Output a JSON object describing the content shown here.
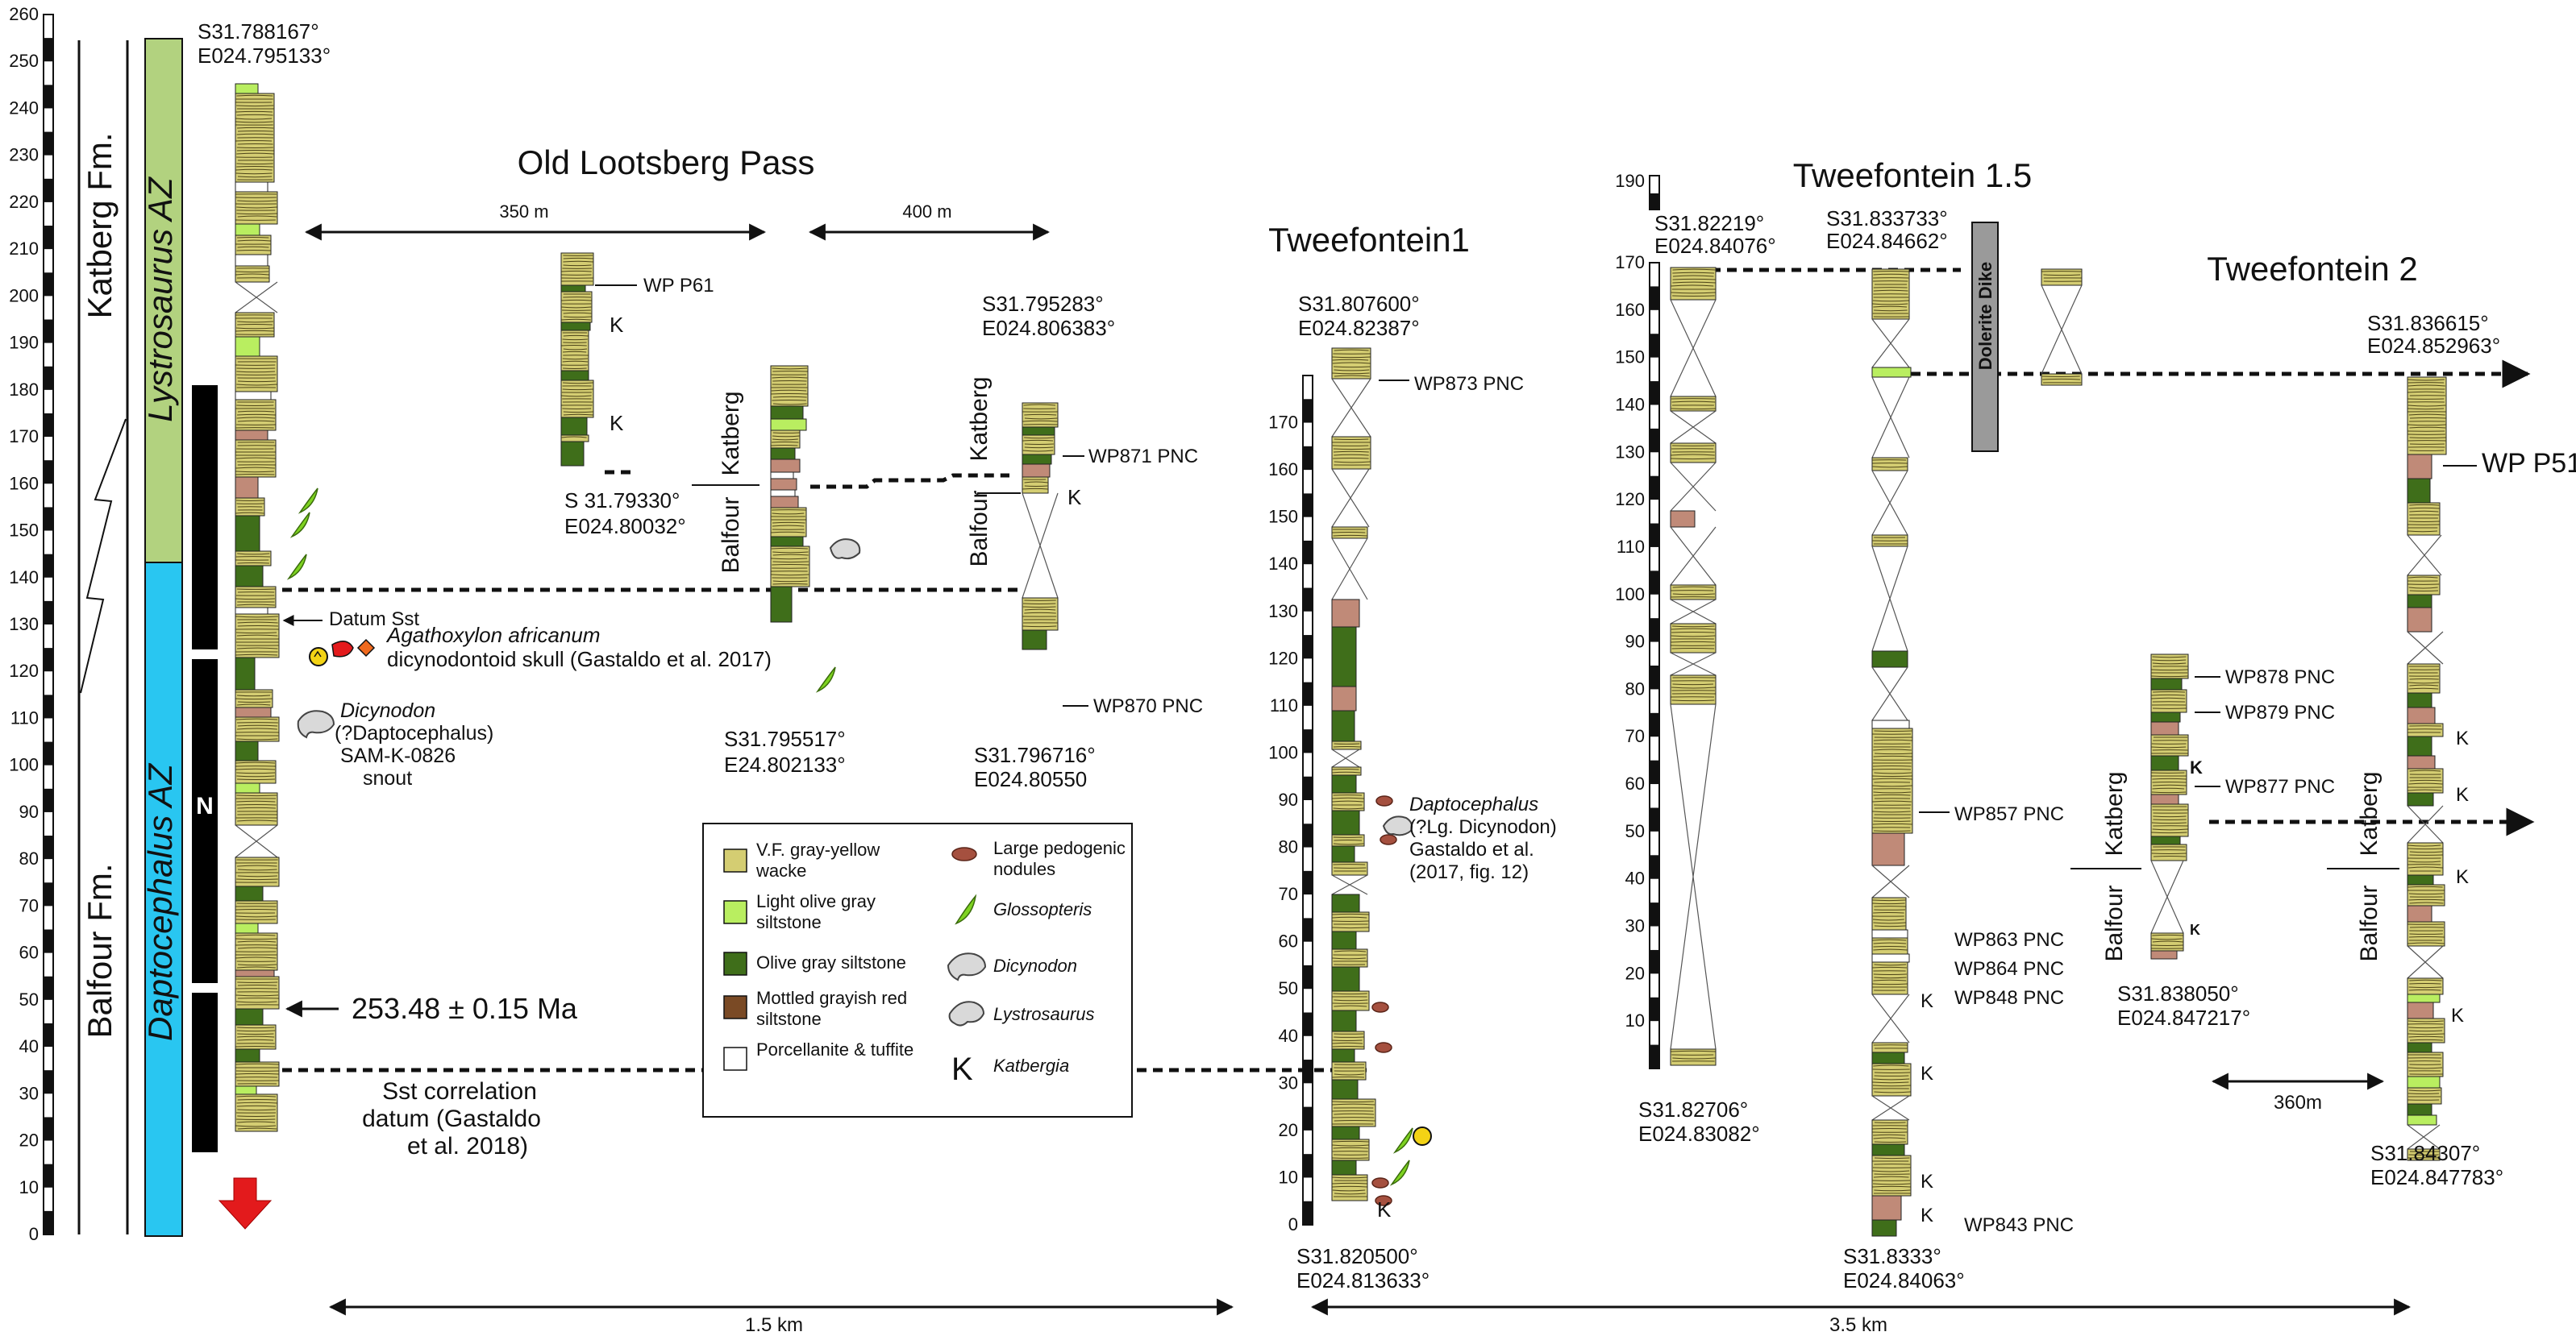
{
  "colors": {
    "wacke": "#d4cd72",
    "light_olive_siltstone": "#b9ee60",
    "olive_gray_siltstone": "#3f6e1a",
    "mottled_red_siltstone": "#c08a78",
    "brown_nodule": "#a5503f",
    "porcellanite": "#ffffff",
    "lystrosaurus_az": "#b2d27f",
    "daptocephalus_az": "#29c6f1",
    "datum_red": "#e31a1c",
    "dike_gray": "#9a9a9a",
    "glossopteris_green": "#7ed321",
    "amber": "#f3d315"
  },
  "main_scale": {
    "ticks": [
      "0",
      "10",
      "20",
      "30",
      "40",
      "50",
      "60",
      "70",
      "80",
      "90",
      "100",
      "110",
      "120",
      "130",
      "140",
      "150",
      "160",
      "170",
      "180",
      "190",
      "200",
      "210",
      "220",
      "230",
      "240",
      "250",
      "260"
    ]
  },
  "formations": {
    "upper": "Katberg Fm.",
    "lower": "Balfour Fm."
  },
  "zones": {
    "upper": "Lystrosaurus AZ",
    "lower": "Daptocephalus AZ"
  },
  "polarity": {
    "label": "N"
  },
  "ref_section": {
    "coord_top": [
      "S31.788167°",
      "E024.795133°"
    ]
  },
  "annotations": {
    "datum_sst": "Datum Sst",
    "agathoxylon_species": "Agathoxylon africanum",
    "agathoxylon_note": "dicynodontoid skull (Gastaldo et al. 2017)",
    "dicynodon_name": "Dicynodon",
    "dicynodon_lines": [
      "(?Daptocephalus)",
      "SAM-K-0826",
      "snout"
    ],
    "age": "253.48 ± 0.15 Ma",
    "sst_correlation": [
      "Sst correlation",
      "datum (Gastaldo",
      "et al. 2018)"
    ]
  },
  "titles": {
    "old_lootsberg": "Old Lootsberg Pass",
    "tweefontein1": "Tweefontein1",
    "tweefontein15": "Tweefontein 1.5",
    "tweefontein2": "Tweefontein 2"
  },
  "distances": {
    "d350": "350 m",
    "d400": "400 m",
    "d15km": "1.5 km",
    "d35km": "3.5 km",
    "d360": "360m"
  },
  "olp_sections": {
    "s1_label": "WP  P61",
    "s1_coord": [
      "S 31.79330°",
      "E024.80032°"
    ],
    "s2_coord": [
      "S31.795517°",
      "E24.802133°"
    ],
    "s3_top": [
      "S31.795283°",
      "E024.806383°"
    ],
    "s3_labels": [
      "WP871 PNC",
      "WP870 PNC"
    ],
    "s3_bottom": [
      "S31.796716°",
      "E024.80550"
    ]
  },
  "boundary_labels": {
    "katberg": "Katberg",
    "balfour": "Balfour"
  },
  "k_marker": "K",
  "tw1": {
    "top": [
      "S31.807600°",
      "E024.82387°"
    ],
    "wp": "WP873 PNC",
    "scale": [
      "0",
      "10",
      "20",
      "30",
      "40",
      "50",
      "60",
      "70",
      "80",
      "90",
      "100",
      "110",
      "120",
      "130",
      "140",
      "150",
      "160",
      "170"
    ],
    "dapto_name": "Daptocephalus",
    "dapto_lines": [
      "(?Lg. Dicynodon)",
      "Gastaldo et al.",
      "(2017, fig. 12)"
    ],
    "bottom": [
      "S31.820500°",
      "E024.813633°"
    ]
  },
  "tw15": {
    "scale": [
      "10",
      "20",
      "30",
      "40",
      "50",
      "60",
      "70",
      "80",
      "90",
      "100",
      "110",
      "120",
      "130",
      "140",
      "150",
      "160",
      "170"
    ],
    "top_tick": "190",
    "coord_a_top": [
      "S31.82219°",
      "E024.84076°"
    ],
    "coord_a_bottom": [
      "S31.82706°",
      "E024.83082°"
    ],
    "coord_b_top": [
      "S31.833733°",
      "E024.84662°"
    ],
    "coord_b_bottom": [
      "S31.8333°",
      "E024.84063°"
    ],
    "dike": "Dolerite Dike",
    "wps": [
      "WP857 PNC",
      "WP863 PNC",
      "WP864 PNC",
      "WP848 PNC",
      "WP843 PNC"
    ]
  },
  "tw2": {
    "top": [
      "S31.836615°",
      "E024.852963°"
    ],
    "wp_top": "WP P51",
    "wps_left": [
      "WP878 PNC",
      "WP879 PNC",
      "WP877 PNC"
    ],
    "left_bottom": [
      "S31.838050°",
      "E024.847217°"
    ],
    "bottom": [
      "S31.84307°",
      "E024.847783°"
    ]
  },
  "legend": {
    "items": [
      "V.F. gray-yellow wacke",
      "Light olive gray siltstone",
      "Olive gray siltstone",
      "Mottled grayish red siltstone",
      "Porcellanite & tuffite"
    ],
    "symbols": [
      "Large pedogenic nodules",
      "Glossopteris",
      "Dicynodon",
      "Lystrosaurus",
      "Katbergia"
    ]
  }
}
